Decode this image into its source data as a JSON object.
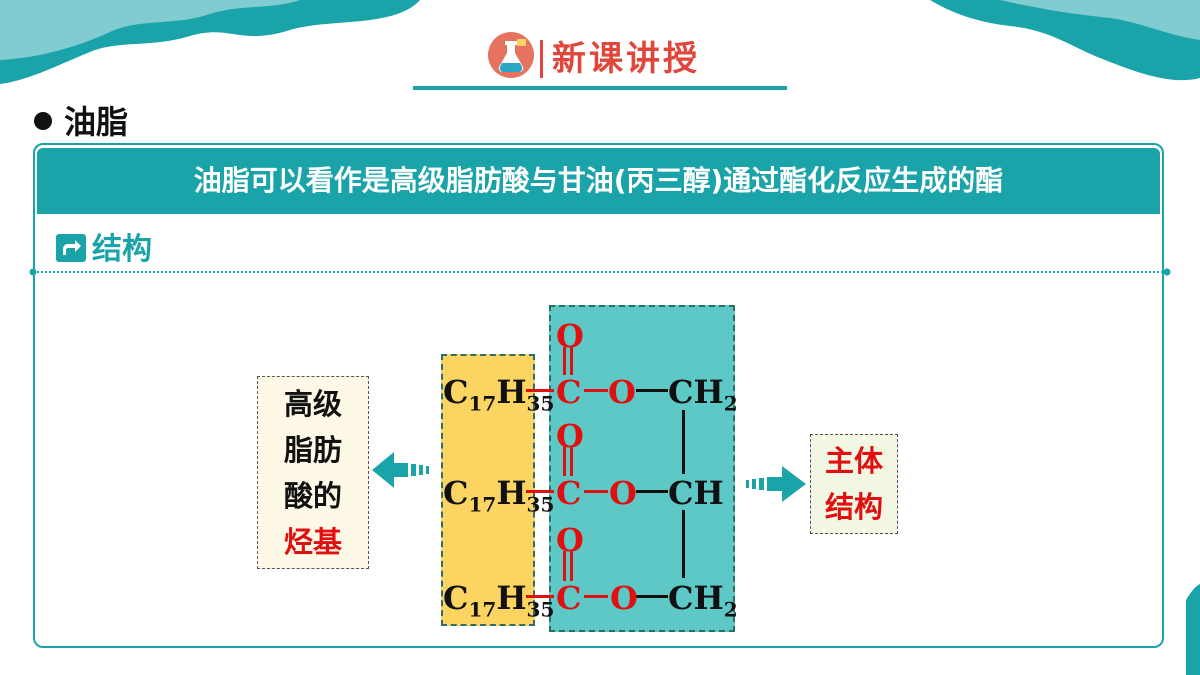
{
  "header": {
    "title": "新课讲授"
  },
  "section": {
    "title": "油脂"
  },
  "banner": {
    "text": "油脂可以看作是高级脂肪酸与甘油(丙三醇)通过酯化反应生成的酯"
  },
  "subsection": {
    "title": "结构"
  },
  "left_label": {
    "lines": [
      "高级",
      "脂肪",
      "酸的"
    ],
    "highlight": "烃基"
  },
  "right_label": {
    "lines": [
      "主体",
      "结构"
    ]
  },
  "formula": {
    "alkyl": {
      "c": "C",
      "c_sub": "17",
      "h": "H",
      "h_sub": "35"
    },
    "carbonyl_o": "O",
    "carbonyl_c": "C",
    "ester_o": "O",
    "glycerol": {
      "ch2": "CH",
      "ch2_sub": "2",
      "ch": "CH"
    }
  },
  "colors": {
    "accent": "#1aa3a8",
    "highlight": "#e01010",
    "header": "#e0463a",
    "yellow_box": "#fcd462",
    "teal_box": "#5ec8c6"
  }
}
